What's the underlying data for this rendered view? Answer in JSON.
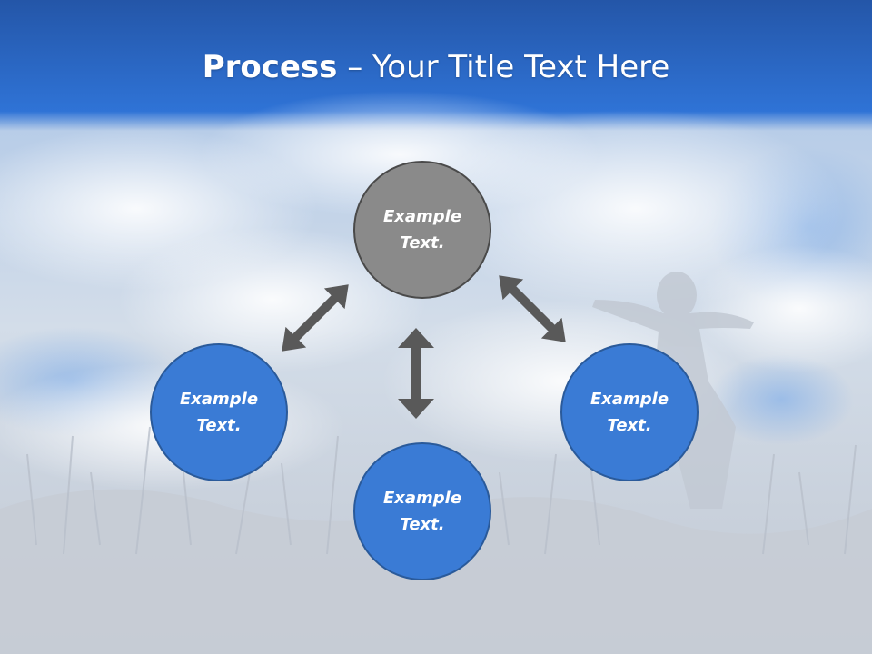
{
  "title": {
    "bold": "Process",
    "rest": " – Your Title Text Here"
  },
  "nodes": [
    {
      "label": "Example\nText."
    },
    {
      "label": "Example\nText."
    },
    {
      "label": "Example\nText."
    },
    {
      "label": "Example\nText."
    }
  ],
  "colors": {
    "header_blue": "#2f73d6",
    "node_blue": "#3a7bd5",
    "node_gray": "#8a8a8a",
    "arrow": "#595959"
  }
}
